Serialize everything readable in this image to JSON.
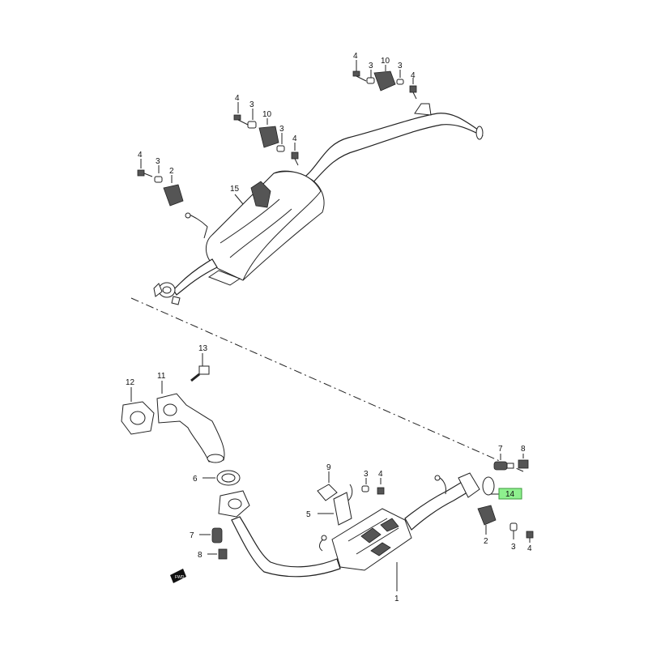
{
  "diagram": {
    "callouts": {
      "c4_top_a": "4",
      "c3_top_a": "3",
      "c10_top_a": "10",
      "c3_top_b": "3",
      "c4_top_b": "4",
      "c4_mid_a": "4",
      "c3_mid_a": "3",
      "c10_mid_a": "10",
      "c3_mid_b": "3",
      "c4_mid_b": "4",
      "c4_left": "4",
      "c3_left": "3",
      "c2_left": "2",
      "c15": "15",
      "c13": "13",
      "c12": "12",
      "c11": "11",
      "c6": "6",
      "c9": "9",
      "c3_low": "3",
      "c4_low": "4",
      "c5": "5",
      "c7_right": "7",
      "c8_right": "8",
      "c14": "14",
      "c2_right": "2",
      "c3_right": "3",
      "c4_right": "4",
      "c7_left": "7",
      "c8_left": "8",
      "c1": "1"
    },
    "highlight_color": "#8ef08e",
    "fwd_label": "FWD"
  }
}
